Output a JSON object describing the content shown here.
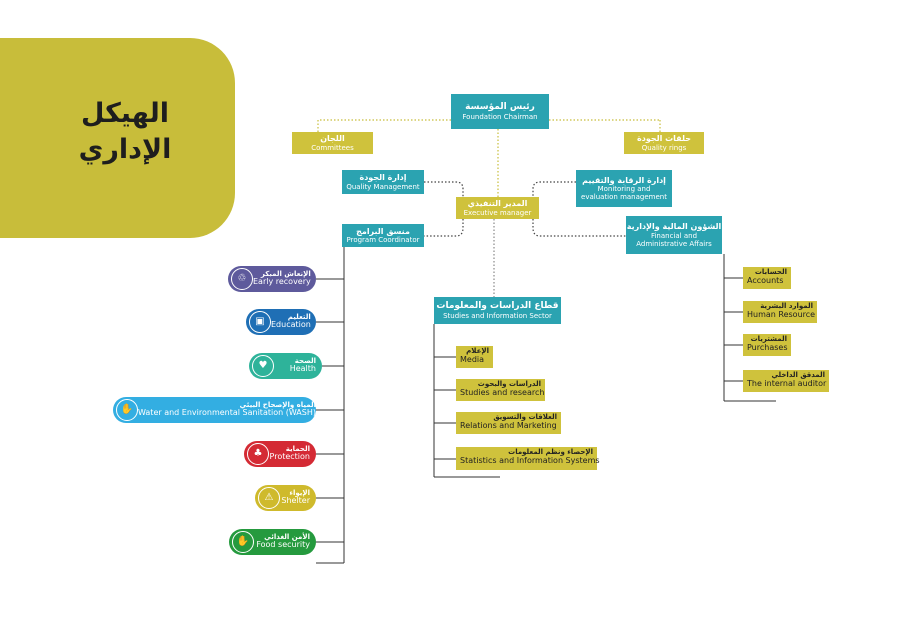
{
  "title": {
    "line1": "الهيكل",
    "line2": "الإداري"
  },
  "chairman": {
    "ar": "رئيس المؤسسة",
    "en": "Foundation Chairman"
  },
  "committees": {
    "ar": "اللجان",
    "en": "Committees"
  },
  "quality_rings": {
    "ar": "حلقات الجودة",
    "en": "Quality rings"
  },
  "quality_management": {
    "ar": "إدارة الجودة",
    "en": "Quality Management"
  },
  "monitoring": {
    "ar": "إدارة الرقابة والتقييم",
    "en1": "Monitoring and",
    "en2": "evaluation management"
  },
  "executive": {
    "ar": "المدير التنفيذي",
    "en": "Executive manager"
  },
  "program_coordinator": {
    "ar": "منسق البرامج",
    "en": "Program Coordinator"
  },
  "financial": {
    "ar": "الشؤون المالية والإدارية",
    "en1": "Financial and",
    "en2": "Administrative Affairs"
  },
  "studies_sector": {
    "ar": "قطاع الدراسات والمعلومات",
    "en": "Studies and Information Sector"
  },
  "programs": [
    {
      "ar": "الإنعاش المبكر",
      "en": "Early recovery",
      "color": "#5e5a9c",
      "icon": "early-recovery-icon",
      "glyph": "♲"
    },
    {
      "ar": "التعليم",
      "en": "Education",
      "color": "#1f6fb5",
      "icon": "education-icon",
      "glyph": "▣"
    },
    {
      "ar": "الصحة",
      "en": "Health",
      "color": "#2eb39a",
      "icon": "health-icon",
      "glyph": "♥"
    },
    {
      "ar": "المياه والإصحاح البيئي",
      "en": "Water and Environmental Sanitation (WASH)",
      "color": "#33aee2",
      "icon": "water-icon",
      "glyph": "✋"
    },
    {
      "ar": "الحماية",
      "en": "Protection",
      "color": "#d42a34",
      "icon": "protection-icon",
      "glyph": "♣"
    },
    {
      "ar": "الإيواء",
      "en": "Shelter",
      "color": "#cfba2c",
      "icon": "shelter-icon",
      "glyph": "⚠"
    },
    {
      "ar": "الأمن الغذائي",
      "en": "Food security",
      "color": "#259a3e",
      "icon": "food-security-icon",
      "glyph": "✋"
    }
  ],
  "studies_units": [
    {
      "ar": "الإعلام",
      "en": "Media"
    },
    {
      "ar": "الدراسات والبحوث",
      "en": "Studies and research"
    },
    {
      "ar": "العلاقات والتسويق",
      "en": "Relations and Marketing"
    },
    {
      "ar": "الإحصاء ونظم المعلومات",
      "en": "Statistics and Information Systems"
    }
  ],
  "finance_units": [
    {
      "ar": "الحسابات",
      "en": "Accounts"
    },
    {
      "ar": "الموارد البشرية",
      "en": "Human Resource"
    },
    {
      "ar": "المشتريات",
      "en": "Purchases"
    },
    {
      "ar": "المدقق الداخلي",
      "en": "The internal auditor"
    }
  ]
}
